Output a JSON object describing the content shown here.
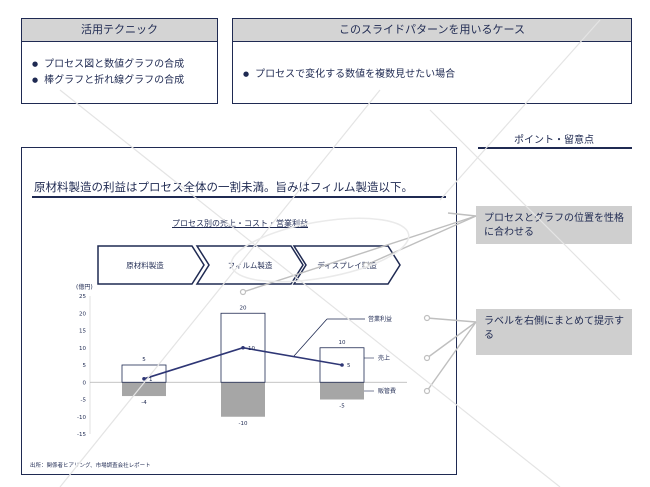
{
  "technique": {
    "header": "活用テクニック",
    "items": [
      "プロセス図と数値グラフの合成",
      "棒グラフと折れ線グラフの合成"
    ]
  },
  "cases": {
    "header": "このスライドパターンを用いるケース",
    "items": [
      "プロセスで変化する数値を複数見せたい場合"
    ]
  },
  "points_header": "ポイント・留意点",
  "slide": {
    "title": "原材料製造の利益はプロセス全体の一割未満。旨みはフィルム製造以下。",
    "source": "出所：関係者ヒアリング、市場調査会社レポート"
  },
  "callouts": [
    "プロセスとグラフの位置を性格に合わせる",
    "ラベルを右側にまとめて提示する"
  ],
  "chart_data": {
    "type": "bar",
    "title": "プロセス別の売上・コスト・営業利益",
    "categories": [
      "原材料製造",
      "フィルム製造",
      "ディスプレイ製造"
    ],
    "ylabel": "(億円)",
    "ylim": [
      -15,
      25
    ],
    "yticks": [
      25,
      20,
      15,
      10,
      5,
      0,
      -5,
      -10,
      -15
    ],
    "series": [
      {
        "name": "売上",
        "values": [
          5,
          20,
          10
        ]
      },
      {
        "name": "営業利益",
        "values": [
          1,
          10,
          5
        ]
      },
      {
        "name": "販管費",
        "values": [
          -4,
          -10,
          -5
        ]
      }
    ],
    "colors": {
      "sales_fill": "#ffffff",
      "cost_fill": "#a6a6a6",
      "line": "#2e3675",
      "navy": "#1f2a52",
      "grey_connector": "#bfbfbf"
    }
  }
}
